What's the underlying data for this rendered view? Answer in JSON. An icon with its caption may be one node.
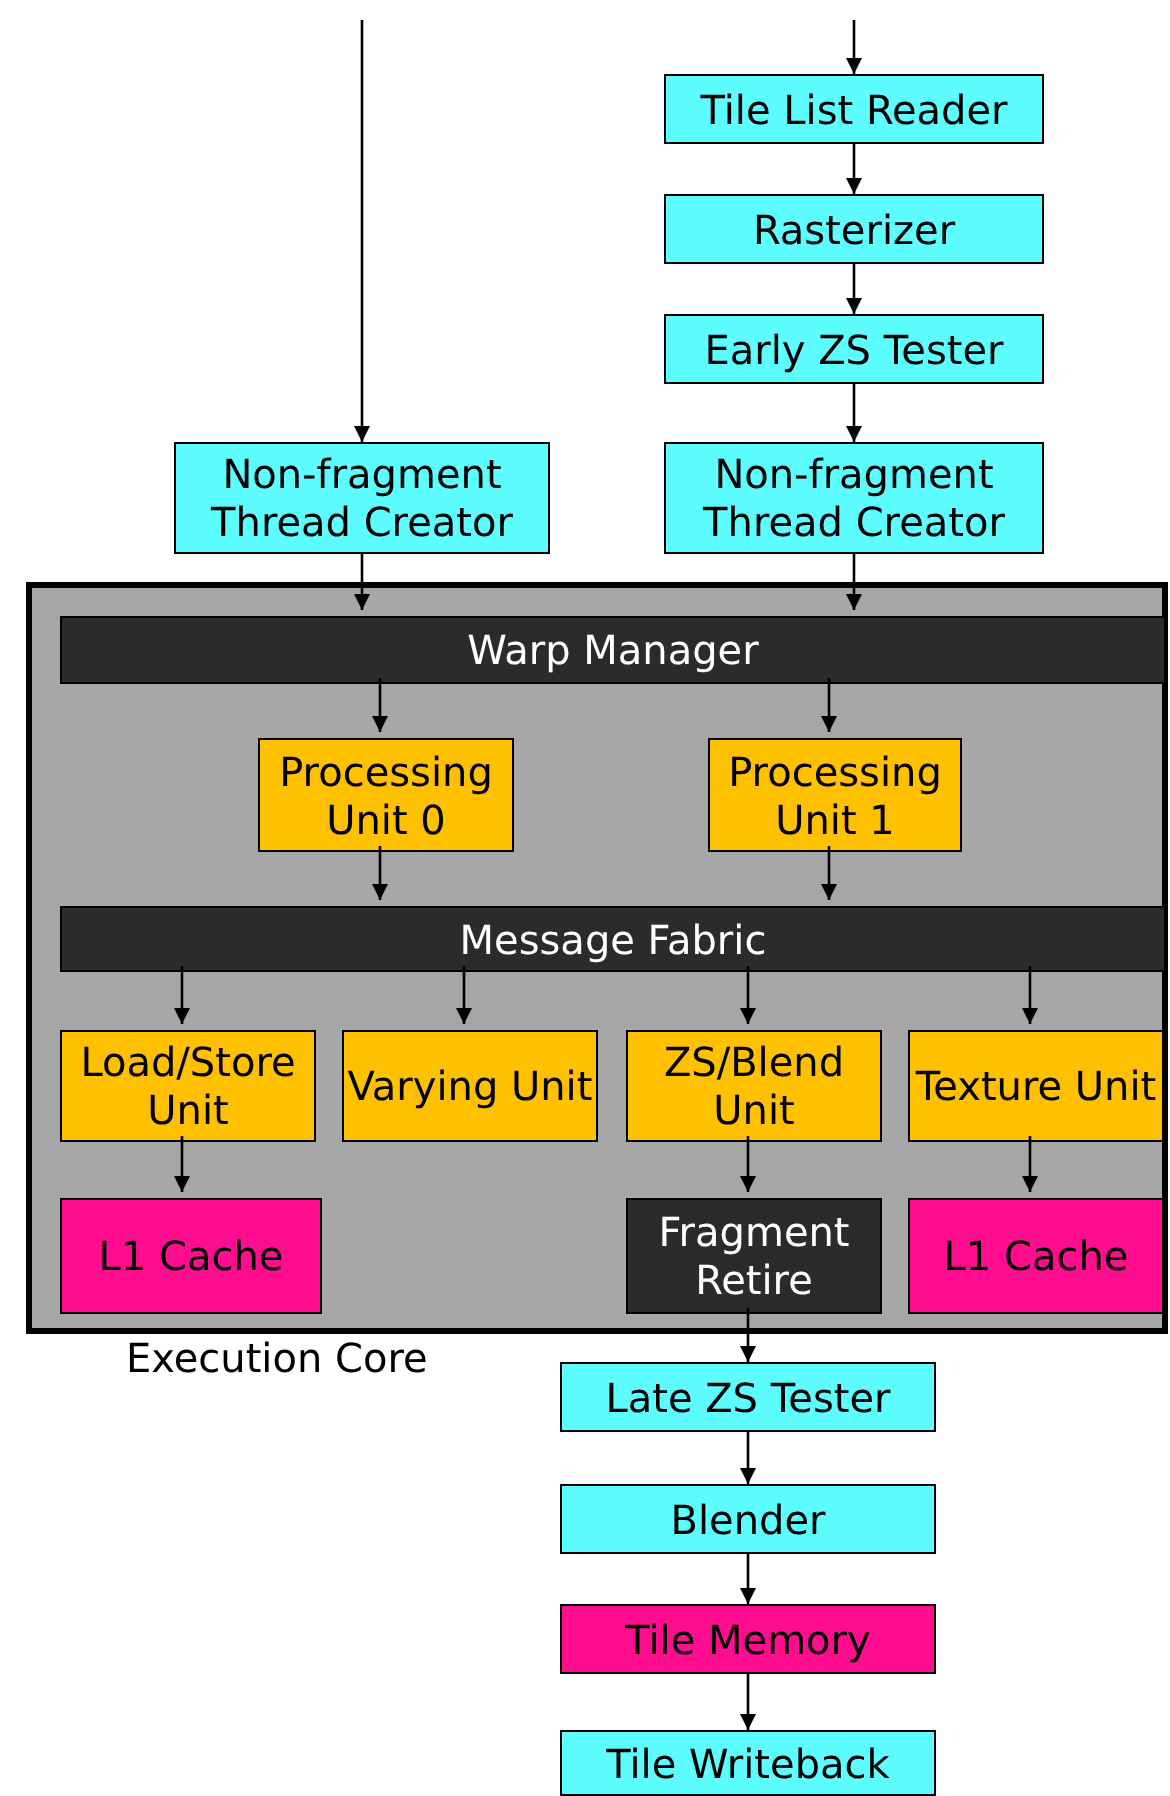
{
  "diagram": {
    "nodes": [
      {
        "text": [
          "Tile List Reader"
        ]
      },
      {
        "text": [
          "Rasterizer"
        ]
      },
      {
        "text": [
          "Early ZS Tester"
        ]
      },
      {
        "text": [
          "Non-fragment Thread Creator"
        ]
      },
      {
        "text": [
          "Non-fragment Thread Creator"
        ]
      },
      {
        "text": [
          "Execution Core"
        ]
      },
      {
        "text": [
          "Warp Manager"
        ],
        "in": 5
      },
      {
        "text": [
          "Processing Unit 0"
        ],
        "in": 5
      },
      {
        "text": [
          "Processing Unit 1"
        ],
        "in": 5
      },
      {
        "text": [
          "Message Fabric"
        ],
        "in": 5
      },
      {
        "text": [
          "Load/Store Unit"
        ],
        "in": 5
      },
      {
        "text": [
          "Varying Unit"
        ],
        "in": 5
      },
      {
        "text": [
          "ZS/Blend Unit"
        ],
        "in": 5
      },
      {
        "text": [
          "Texture Unit"
        ],
        "in": 5
      },
      {
        "text": [
          "L1 Cache"
        ],
        "in": 5
      },
      {
        "text": [
          "Fragment Retire"
        ],
        "in": 5
      },
      {
        "text": [
          "L1 Cache"
        ],
        "in": 5
      },
      {
        "text": [
          "Late ZS Tester"
        ]
      },
      {
        "text": [
          "Blender"
        ]
      },
      {
        "text": [
          "Tile Memory"
        ]
      },
      {
        "text": [
          "Tile Writeback"
        ]
      }
    ],
    "edges": [
      {
        "from": null,
        "to": 3,
        "arrow": "to"
      },
      {
        "from": null,
        "to": 0,
        "arrow": "to"
      },
      {
        "from": 0,
        "to": 1,
        "arrow": "to"
      },
      {
        "from": 1,
        "to": 2,
        "arrow": "to"
      },
      {
        "from": 2,
        "to": 4,
        "arrow": "to"
      },
      {
        "from": 3,
        "to": 6,
        "arrow": "to"
      },
      {
        "from": 4,
        "to": 6,
        "arrow": "to"
      },
      {
        "from": 6,
        "to": 7,
        "arrow": "to"
      },
      {
        "from": 6,
        "to": 8,
        "arrow": "to"
      },
      {
        "from": 7,
        "to": 9,
        "arrow": "to"
      },
      {
        "from": 8,
        "to": 9,
        "arrow": "to"
      },
      {
        "from": 9,
        "to": 10,
        "arrow": "to"
      },
      {
        "from": 9,
        "to": 11,
        "arrow": "to"
      },
      {
        "from": 9,
        "to": 12,
        "arrow": "to"
      },
      {
        "from": 9,
        "to": 13,
        "arrow": "to"
      },
      {
        "from": 10,
        "to": 14,
        "arrow": "to"
      },
      {
        "from": 12,
        "to": 15,
        "arrow": "to"
      },
      {
        "from": 13,
        "to": 16,
        "arrow": "to"
      },
      {
        "from": 15,
        "to": 17,
        "arrow": "to"
      },
      {
        "from": 17,
        "to": 18,
        "arrow": "to"
      },
      {
        "from": 18,
        "to": 19,
        "arrow": "to"
      },
      {
        "from": 19,
        "to": 20,
        "arrow": "to"
      }
    ]
  }
}
